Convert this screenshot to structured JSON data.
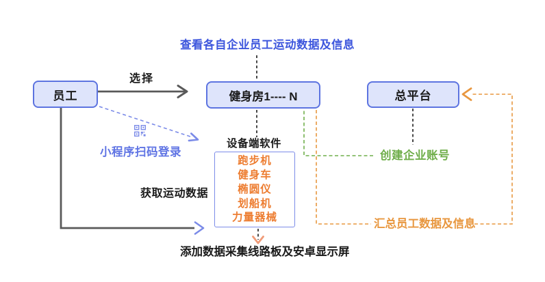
{
  "colors": {
    "box_fill": "#DEE4FB",
    "box_border": "#5C73E0",
    "blue_text": "#3D56DD",
    "periwinkle": "#7B8BE8",
    "periwinkle_text": "#5F74E4",
    "green": "#6FAE4A",
    "orange": "#E8973F",
    "equipment_orange": "#ED7D31",
    "salmon": "#F09B78",
    "gray_arrow": "#595959",
    "dash_black": "#1A1A1A"
  },
  "nodes": {
    "employee": {
      "label": "员工"
    },
    "gym": {
      "label": "健身房1---- N"
    },
    "platform": {
      "label": "总平台"
    }
  },
  "equipment": {
    "title": "设备端软件",
    "items": [
      "跑步机",
      "健身车",
      "椭圆仪",
      "划船机",
      "力量器械"
    ]
  },
  "labels": {
    "view_data": "查看各自企业员工运动数据及信息",
    "select": "选择",
    "scan_login": "小程序扫码登录",
    "get_data": "获取运动数据",
    "create_account": "创建企业账号",
    "aggregate": "汇总员工数据及信息",
    "add_board": "添加数据采集线路板及安卓显示屏"
  },
  "icons": {
    "qr": "qr-code-icon"
  }
}
